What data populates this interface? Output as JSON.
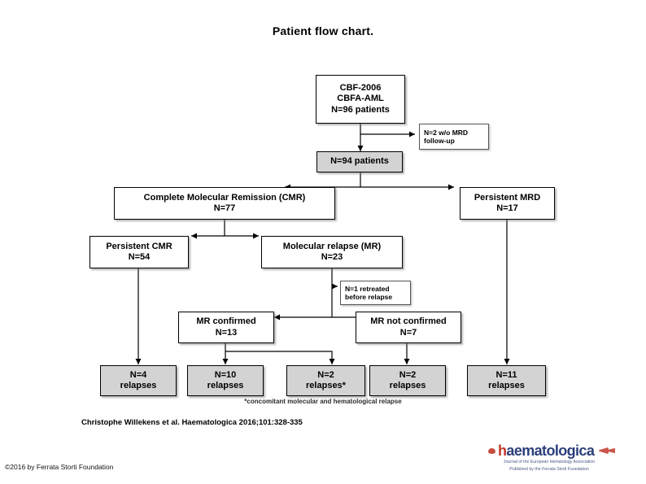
{
  "slide": {
    "title": "Patient flow chart.",
    "footnote": "*concomitant molecular and hematological relapse",
    "citation": "Christophe Willekens et al. Haematologica 2016;101:328-335",
    "copyright": "©2016 by Ferrata Storti Foundation"
  },
  "logo": {
    "word_h": "h",
    "word_rest": "aematologica",
    "tagline_line1": "Journal of the European Hematology Association",
    "tagline_line2": "Published by the Ferrata Storti Foundation",
    "accent_red": "#c0392b",
    "accent_blue": "#2b3f7a"
  },
  "chart_data": {
    "type": "diagram",
    "title": "Patient flow chart.",
    "nodes": [
      {
        "id": "cohort",
        "lines": [
          "CBF-2006",
          "CBFA-AML",
          "N=96 patients"
        ],
        "style": "white",
        "n": 96
      },
      {
        "id": "no-mrd",
        "lines": [
          "N=2 w/o MRD",
          "follow-up"
        ],
        "style": "small",
        "n": 2
      },
      {
        "id": "evaluable",
        "lines": [
          "N=94 patients"
        ],
        "style": "gray",
        "n": 94
      },
      {
        "id": "cmr",
        "lines": [
          "Complete Molecular Remission (CMR)",
          "N=77"
        ],
        "style": "white",
        "n": 77
      },
      {
        "id": "persistent-mrd",
        "lines": [
          "Persistent MRD",
          "N=17"
        ],
        "style": "white",
        "n": 17
      },
      {
        "id": "persistent-cmr",
        "lines": [
          "Persistent CMR",
          "N=54"
        ],
        "style": "white",
        "n": 54
      },
      {
        "id": "molecular-relapse",
        "lines": [
          "Molecular relapse (MR)",
          "N=23"
        ],
        "style": "white",
        "n": 23
      },
      {
        "id": "retreated",
        "lines": [
          "N=1 retreated",
          "before relapse"
        ],
        "style": "small",
        "n": 1
      },
      {
        "id": "mr-confirmed",
        "lines": [
          "MR confirmed",
          "N=13"
        ],
        "style": "white",
        "n": 13
      },
      {
        "id": "mr-not-confirmed",
        "lines": [
          "MR not confirmed",
          "N=7"
        ],
        "style": "white",
        "n": 7
      },
      {
        "id": "relapse-4",
        "lines": [
          "N=4",
          "relapses"
        ],
        "style": "gray",
        "n": 4
      },
      {
        "id": "relapse-10",
        "lines": [
          "N=10",
          "relapses"
        ],
        "style": "gray",
        "n": 10
      },
      {
        "id": "relapse-2a",
        "lines": [
          "N=2",
          "relapses*"
        ],
        "style": "gray",
        "n": 2
      },
      {
        "id": "relapse-2b",
        "lines": [
          "N=2",
          "relapses"
        ],
        "style": "gray",
        "n": 2
      },
      {
        "id": "relapse-11",
        "lines": [
          "N=11",
          "relapses"
        ],
        "style": "gray",
        "n": 11
      }
    ],
    "edges": [
      {
        "from": "cohort",
        "to": "no-mrd"
      },
      {
        "from": "cohort",
        "to": "evaluable"
      },
      {
        "from": "evaluable",
        "to": "cmr"
      },
      {
        "from": "evaluable",
        "to": "persistent-mrd"
      },
      {
        "from": "cmr",
        "to": "persistent-cmr"
      },
      {
        "from": "cmr",
        "to": "molecular-relapse"
      },
      {
        "from": "molecular-relapse",
        "to": "retreated"
      },
      {
        "from": "molecular-relapse",
        "to": "mr-confirmed"
      },
      {
        "from": "molecular-relapse",
        "to": "mr-not-confirmed"
      },
      {
        "from": "persistent-cmr",
        "to": "relapse-4"
      },
      {
        "from": "mr-confirmed",
        "to": "relapse-10"
      },
      {
        "from": "mr-confirmed",
        "to": "relapse-2a"
      },
      {
        "from": "mr-not-confirmed",
        "to": "relapse-2b"
      },
      {
        "from": "persistent-mrd",
        "to": "relapse-11"
      }
    ]
  },
  "boxes": {
    "cohort": {
      "l1": "CBF-2006",
      "l2": "CBFA-AML",
      "l3": "N=96 patients"
    },
    "no_mrd": {
      "l1": "N=2 w/o MRD",
      "l2": "follow-up"
    },
    "evaluable": {
      "l1": "N=94 patients"
    },
    "cmr": {
      "l1": "Complete Molecular Remission (CMR)",
      "l2": "N=77"
    },
    "persistent_mrd": {
      "l1": "Persistent MRD",
      "l2": "N=17"
    },
    "persistent_cmr": {
      "l1": "Persistent CMR",
      "l2": "N=54"
    },
    "molecular_relapse": {
      "l1": "Molecular relapse (MR)",
      "l2": "N=23"
    },
    "retreated": {
      "l1": "N=1 retreated",
      "l2": "before relapse"
    },
    "mr_confirmed": {
      "l1": "MR confirmed",
      "l2": "N=13"
    },
    "mr_not_confirmed": {
      "l1": "MR not confirmed",
      "l2": "N=7"
    },
    "relapse_4": {
      "l1": "N=4",
      "l2": "relapses"
    },
    "relapse_10": {
      "l1": "N=10",
      "l2": "relapses"
    },
    "relapse_2a": {
      "l1": "N=2",
      "l2": "relapses*"
    },
    "relapse_2b": {
      "l1": "N=2",
      "l2": "relapses"
    },
    "relapse_11": {
      "l1": "N=11",
      "l2": "relapses"
    }
  }
}
